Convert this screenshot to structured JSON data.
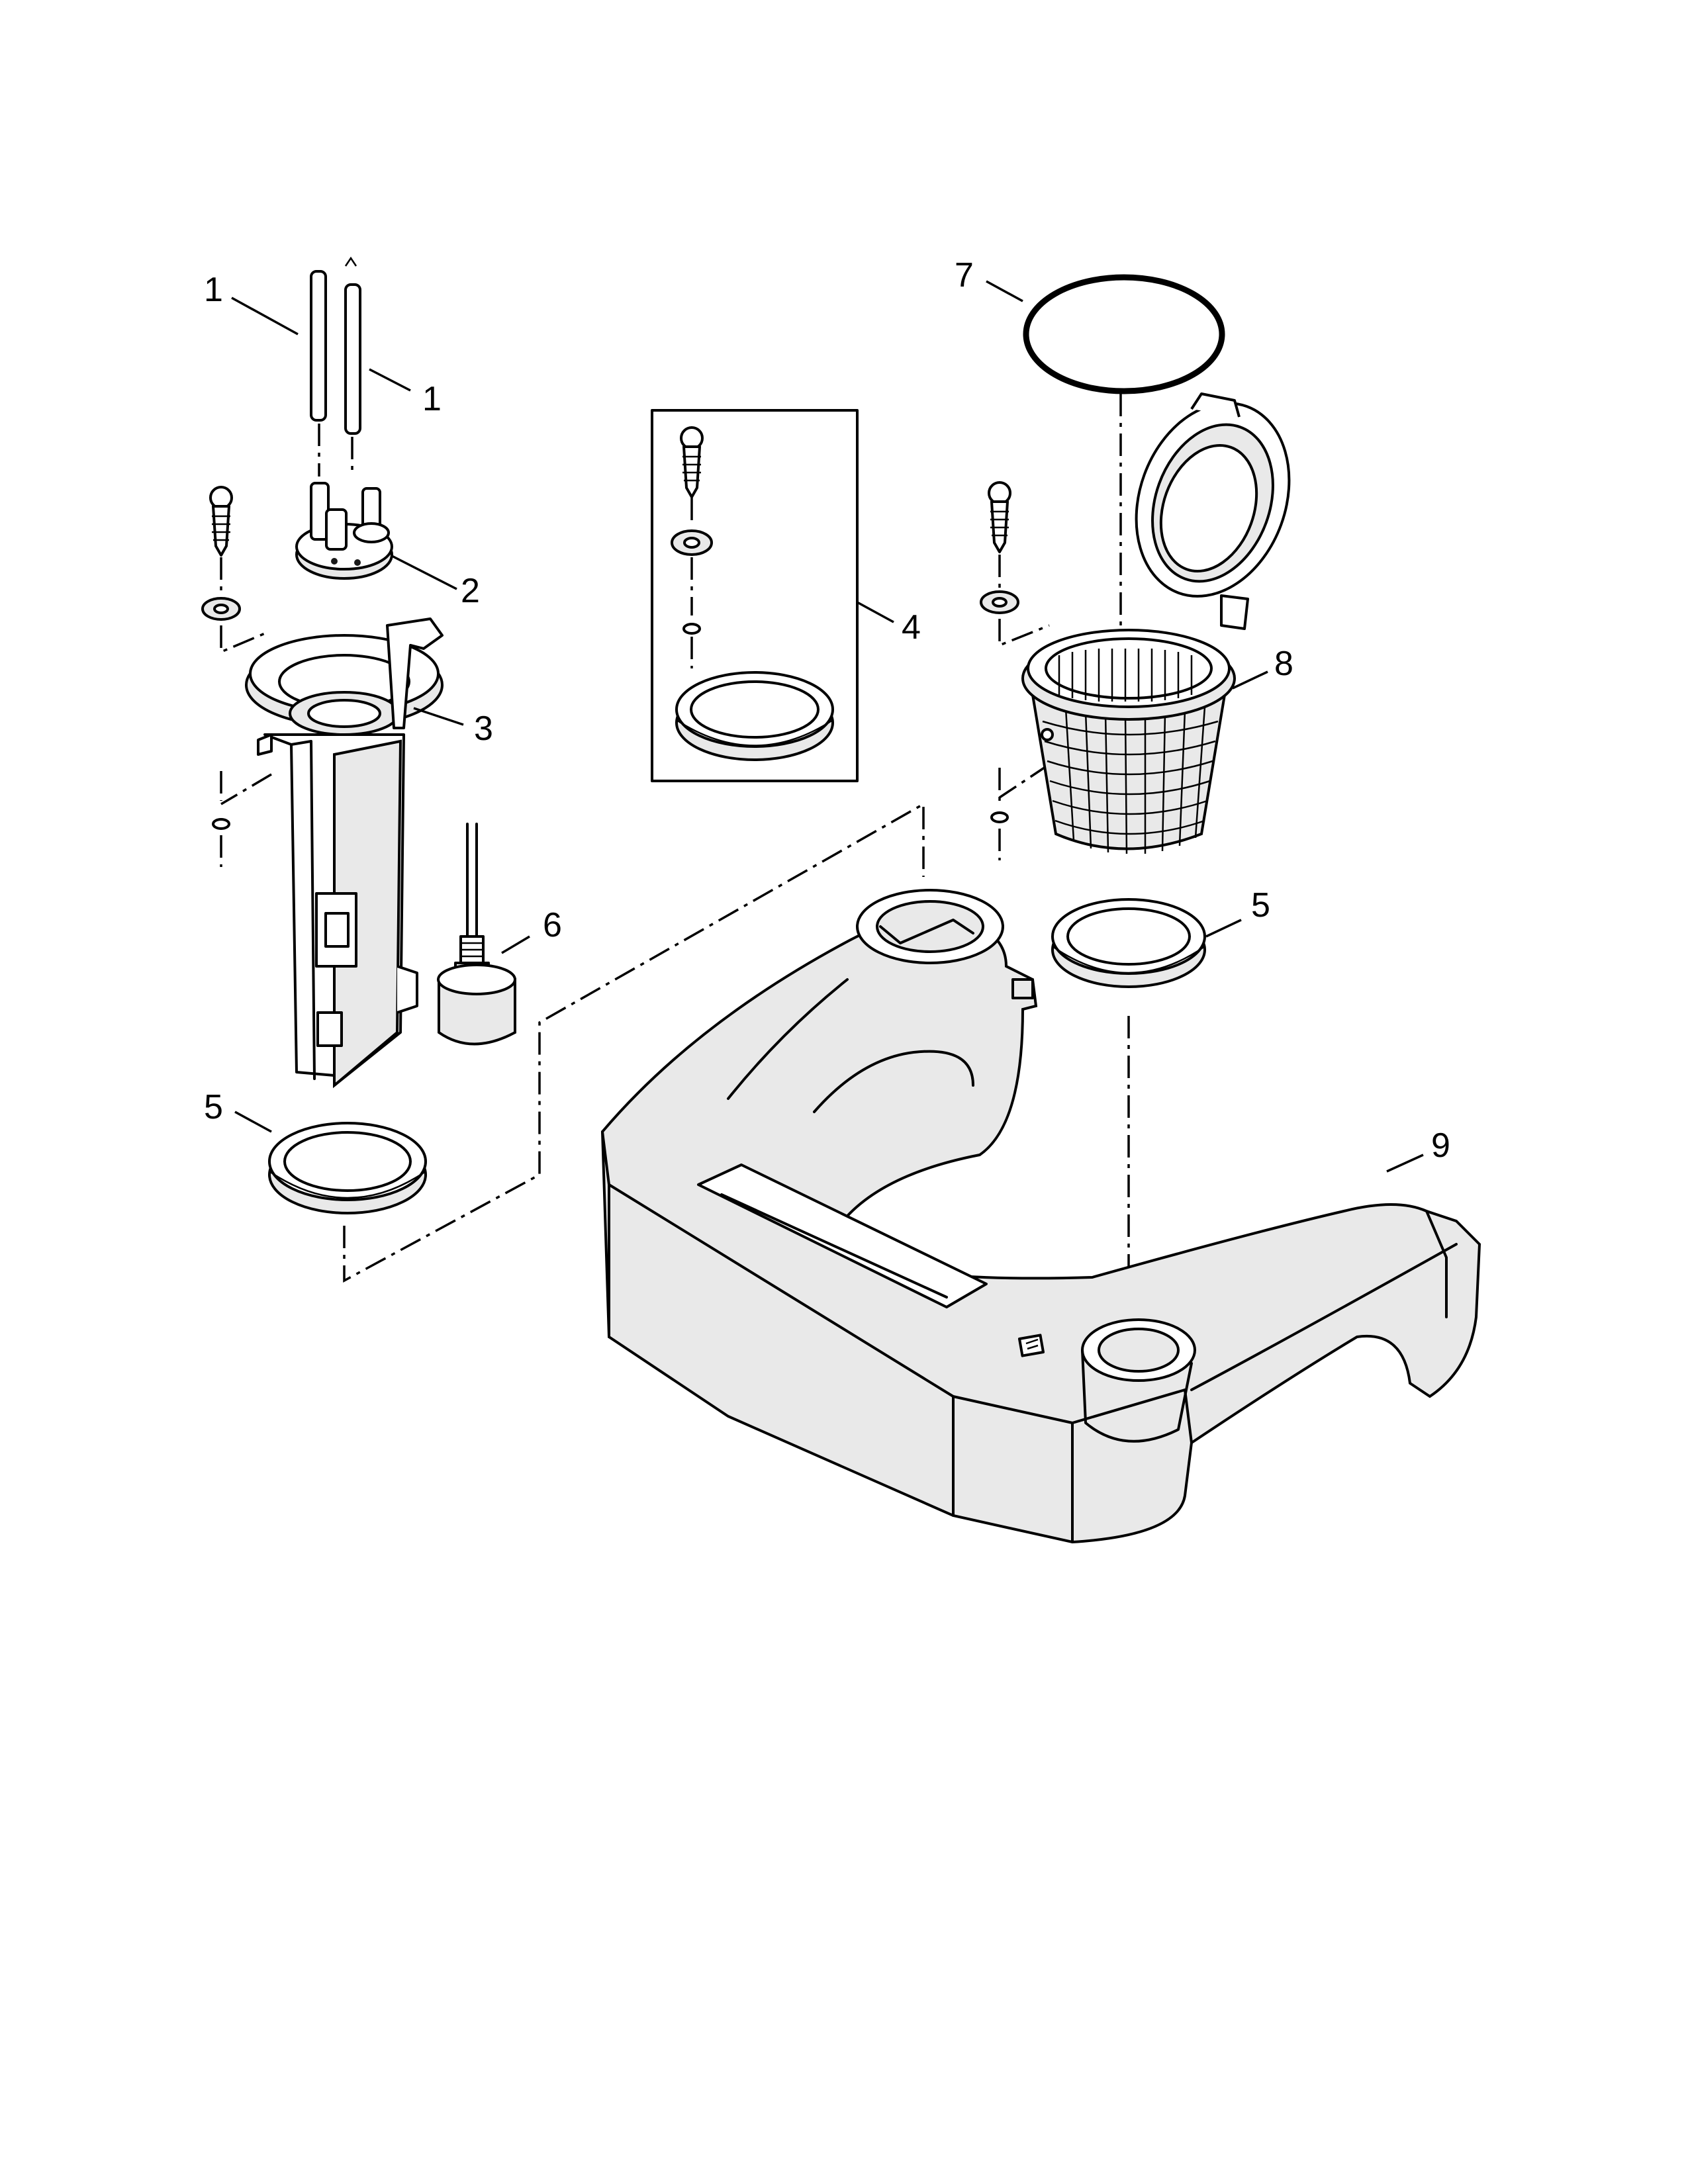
{
  "callouts": [
    {
      "id": "1a",
      "label": "1"
    },
    {
      "id": "1b",
      "label": "1"
    },
    {
      "id": "2",
      "label": "2"
    },
    {
      "id": "3",
      "label": "3"
    },
    {
      "id": "4",
      "label": "4"
    },
    {
      "id": "5a",
      "label": "5"
    },
    {
      "id": "5b",
      "label": "5"
    },
    {
      "id": "6",
      "label": "6"
    },
    {
      "id": "7",
      "label": "7"
    },
    {
      "id": "8",
      "label": "8"
    },
    {
      "id": "9",
      "label": "9"
    }
  ],
  "colors": {
    "ink": "#000000",
    "paper": "#ffffff",
    "shade": "#e9e9e9"
  }
}
